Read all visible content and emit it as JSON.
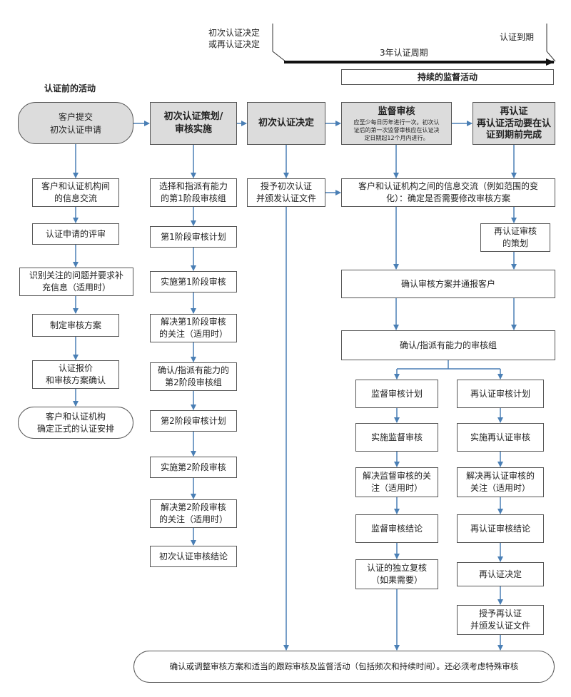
{
  "timeline": {
    "start_label": "初次认证决定\n或再认证决定",
    "end_label": "认证到期",
    "period_label": "3年认证周期",
    "ongoing_label": "持续的监督活动"
  },
  "col1": {
    "section_title": "认证前的活动",
    "start": "客户提交\n初次认证申请",
    "steps": [
      "客户和认证机构间\n的信息交流",
      "认证申请的评审",
      "识别关注的问题并要求补\n充信息（适用时）",
      "制定审核方案",
      "认证报价\n和审核方案确认"
    ],
    "end": "客户和认证机构\n确定正式的认证安排"
  },
  "col2": {
    "header": "初次认证策划/\n审核实施",
    "steps": [
      "选择和指派有能力\n的第1阶段审核组",
      "第1阶段审核计划",
      "实施第1阶段审核",
      "解决第1阶段审核\n的关注（适用时）",
      "确认/指派有能力的\n第2阶段审核组",
      "第2阶段审核计划",
      "实施第2阶段审核",
      "解决第2阶段审核\n的关注（适用时）",
      "初次认证审核结论"
    ]
  },
  "col3": {
    "header": "初次认证决定",
    "step": "授予初次认证\n并颁发认证文件"
  },
  "col4": {
    "header_title": "监督审核",
    "header_note": "应至少每日历年进行一次。初次认\n证后的第一次监督审核应在认证决\n定日期起12个月内进行。",
    "steps": [
      "监督审核计划",
      "实施监督审核",
      "解决监督审核的关\n注（适用时）",
      "监督审核结论",
      "认证的独立复核\n（如果需要）"
    ]
  },
  "col5": {
    "header_title": "再认证",
    "header_sub": "再认证活动要在认\n证到期前完成",
    "planning": "再认证审核\n的策划",
    "steps": [
      "再认证审核计划",
      "实施再认证审核",
      "解决再认证审核的\n关注（适用时）",
      "再认证审核结论",
      "再认证决定",
      "授予再认证\n并颁发认证文件"
    ]
  },
  "shared": {
    "info_exchange": "客户和认证机构之间的信息交流（例如范围的变\n化）：确定是否需要修改审核方案",
    "confirm_program": "确认审核方案并通报客户",
    "confirm_team": "确认/指派有能力的审核组"
  },
  "footer": "确认或调整审核方案和适当的跟踪审核及监督活动（包括频次和持续时间）。还必须考虑特殊审核",
  "colors": {
    "header_fill": "#dcdcdc",
    "arrow": "#4a7fb5",
    "line": "#555555"
  }
}
